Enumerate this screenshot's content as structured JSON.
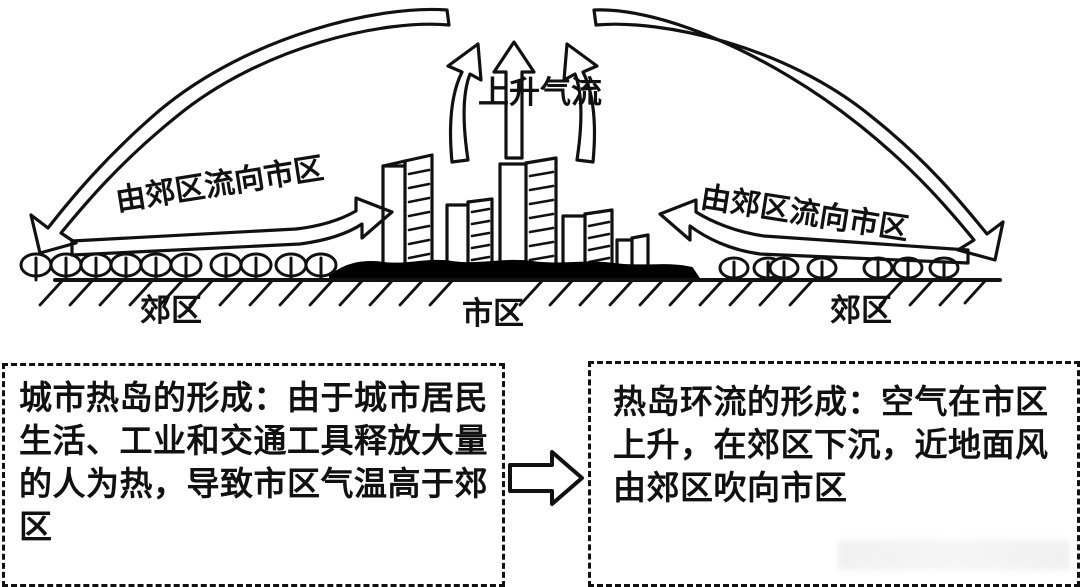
{
  "diagram": {
    "title_labels": {
      "flow_left": "由郊区流向市区",
      "flow_right": "由郊区流向市区",
      "updraft": "上升气流",
      "suburb_left": "郊区",
      "suburb_right": "郊区",
      "urban": "市区"
    },
    "colors": {
      "stroke": "#111111",
      "heat_island_fill": "#000000",
      "background": "#ffffff"
    }
  },
  "notes": {
    "left": "城市热岛的形成：由于城市居民生活、工业和交通工具释放大量的人为热，导致市区气温高于郊区",
    "right": "热岛环流的形成：空气在市区上升，在郊区下沉，近地面风由郊区吹向市区",
    "connector": "→"
  }
}
